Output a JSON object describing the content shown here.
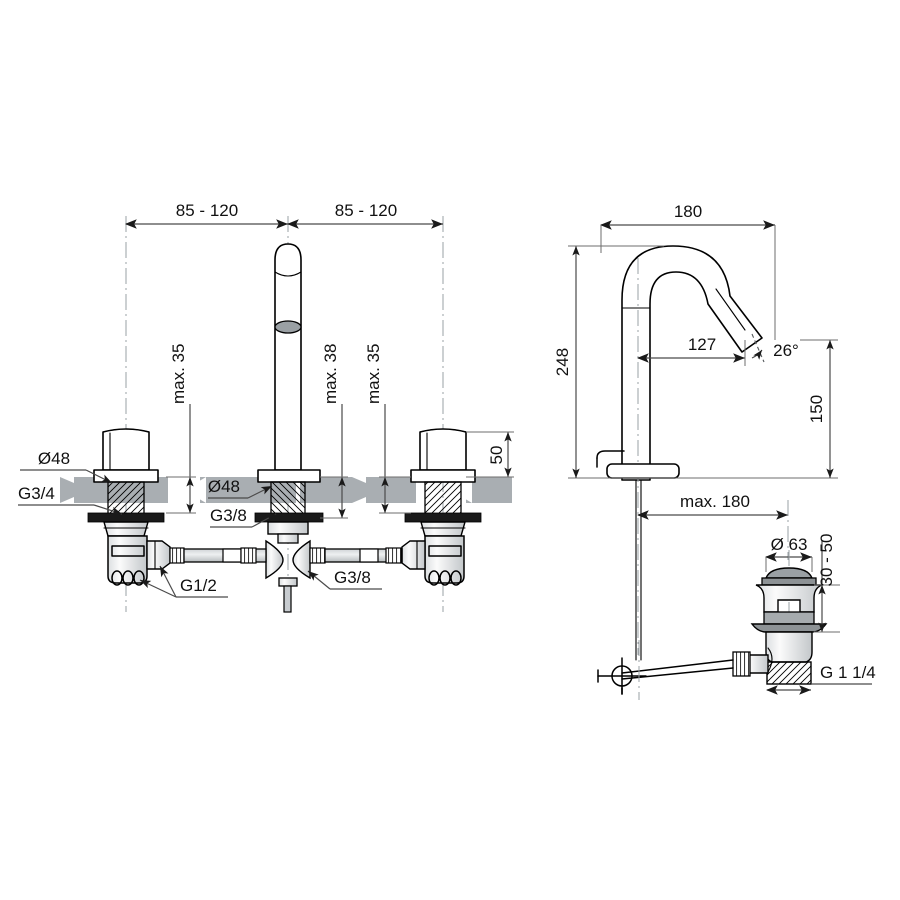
{
  "drawing": {
    "title": "Three-hole basin mixer with pop-up waste — dimensioned technical drawing",
    "units": "mm",
    "background": "#ffffff",
    "line_color": "#000000",
    "dim_color": "#4a4a4a",
    "surface_color": "#a9aeb2"
  },
  "views": {
    "plan_assembly": {
      "name": "Front view — three-hole installation",
      "dimensions": {
        "spread_left": "85 - 120",
        "spread_right": "85 - 120",
        "handle_diameter_left": "Ø48",
        "handle_diameter_center": "Ø48",
        "max_thickness_left": "max. 35",
        "max_thickness_center": "max. 38",
        "max_thickness_right": "max. 35",
        "handle_height": "50"
      },
      "threads": {
        "inlet_top": "G3/4",
        "spout_shank": "G3/8",
        "tee_connection": "G3/8",
        "hose_connection": "G1/2"
      }
    },
    "side_elevation": {
      "name": "Side view — spout reach and height",
      "dimensions": {
        "spout_reach": "180",
        "overall_height": "248",
        "projection": "127",
        "outlet_angle": "26°",
        "outlet_height": "150"
      }
    },
    "waste_assembly": {
      "name": "Pop-up waste with lift rod",
      "dimensions": {
        "rod_reach": "max. 180",
        "flange_diameter": "Ø 63",
        "basin_thickness": "30 - 50",
        "waste_thread": "G 1 1/4"
      }
    }
  },
  "labels": {
    "spread_left": "85 - 120",
    "spread_right": "85 - 120",
    "dia48_left": "Ø48",
    "dia48_center": "Ø48",
    "max35_left": "max. 35",
    "max38_center": "max. 38",
    "max35_right": "max. 35",
    "height50": "50",
    "g34": "G3/4",
    "g38_left": "G3/8",
    "g38_right": "G3/8",
    "g12": "G1/2",
    "reach180": "180",
    "height248": "248",
    "proj127": "127",
    "angle26": "26°",
    "height150": "150",
    "max180": "max. 180",
    "dia63": "Ø 63",
    "thick3050": "30 - 50",
    "g114": "G 1 1/4"
  }
}
